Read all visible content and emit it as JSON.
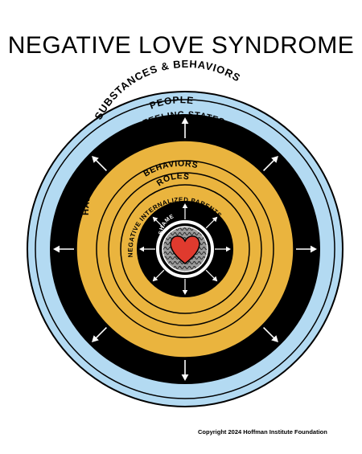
{
  "title": "NEGATIVE LOVE SYNDROME",
  "rings": {
    "substances": "SUBSTANCES & BEHAVIORS",
    "people": "PEOPLE",
    "habitual": "HABITUAL THINKING & FEELING STATES",
    "behaviors": "BEHAVIORS",
    "roles": "ROLES",
    "internalized": "NEGATIVE INTERNALIZED PARENTS",
    "shame": "SHAME"
  },
  "colors": {
    "outer_blue": "#b3daf2",
    "black": "#000000",
    "gold": "#eab43e",
    "heart_red": "#e03a2e",
    "core_grey": "#8a8a8a"
  },
  "icons": [
    "heart-icon",
    "arrow-icon"
  ],
  "copyright": "Copyright 2024 Hoffman Institute Foundation"
}
